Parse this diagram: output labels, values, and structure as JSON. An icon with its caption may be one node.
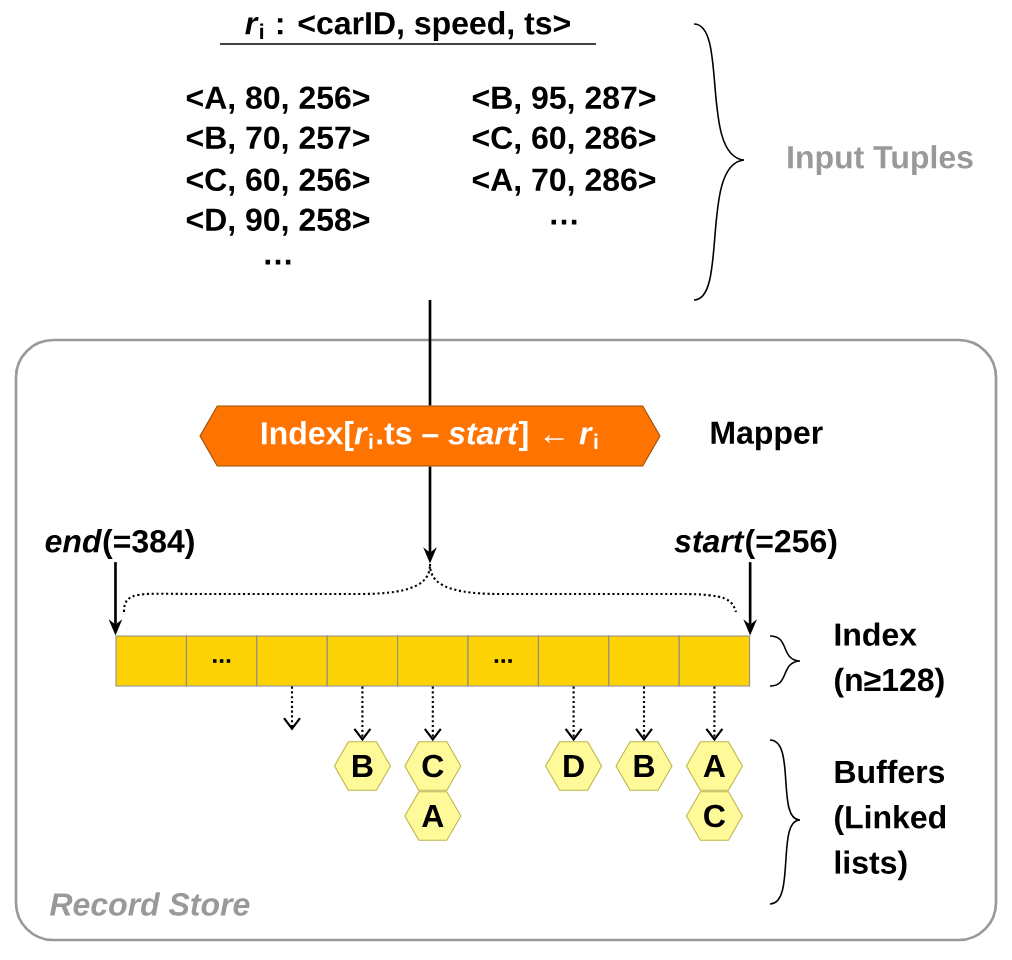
{
  "diagram": {
    "nodes": [
      {
        "text": [
          "*Record Store*"
        ]
      },
      {
        "text": [
          "Index[*r*$_{i}$.ts – *start*] ← *r*$_{i}$"
        ],
        "beside": [
          "Mapper"
        ],
        "in": 0
      },
      {
        "text": [
          "*end*(=384)"
        ],
        "in": 0
      },
      {
        "text": [
          "*start*(=256)"
        ],
        "in": 0
      },
      {
        "text": [],
        "shape": "box",
        "in": 0
      },
      {
        "text": [
          "..."
        ],
        "in": 0
      },
      {
        "text": [],
        "shape": "box",
        "in": 0
      },
      {
        "text": [],
        "shape": "box",
        "in": 0
      },
      {
        "text": [],
        "shape": "box",
        "in": 0
      },
      {
        "text": [
          "..."
        ],
        "in": 0
      },
      {
        "text": [],
        "shape": "box",
        "in": 0
      },
      {
        "text": [],
        "shape": "box",
        "in": 0
      },
      {
        "text": [],
        "shape": "box",
        "in": 0
      },
      {
        "text": [
          "B"
        ],
        "in": 0
      },
      {
        "text": [
          "C"
        ],
        "in": 0
      },
      {
        "text": [
          "D"
        ],
        "in": 0
      },
      {
        "text": [
          "B"
        ],
        "in": 0
      },
      {
        "text": [
          "A"
        ],
        "in": 0
      },
      {
        "text": [
          "A"
        ],
        "in": 0
      },
      {
        "text": [
          "C"
        ],
        "in": 0
      },
      {
        "text": [],
        "shape": "bracket",
        "in": 0
      }
    ],
    "edges": [
      {
        "from": null,
        "to": 1,
        "arrow": "none"
      },
      {
        "from": 1,
        "to": 20,
        "arrow": "to"
      },
      {
        "from": 2,
        "to": 4,
        "arrow": "to"
      },
      {
        "from": 3,
        "to": 12,
        "arrow": "to"
      },
      {
        "from": 6,
        "to": null,
        "arrow": "to",
        "style": "dashed"
      },
      {
        "from": 7,
        "to": 13,
        "arrow": "to",
        "style": "dashed"
      },
      {
        "from": 8,
        "to": 14,
        "arrow": "to",
        "style": "dashed"
      },
      {
        "from": 10,
        "to": 15,
        "arrow": "to",
        "style": "dashed"
      },
      {
        "from": 11,
        "to": 16,
        "arrow": "to",
        "style": "dashed"
      },
      {
        "from": 12,
        "to": 17,
        "arrow": "to",
        "style": "dashed"
      }
    ],
    "labels": [
      "*r*$_{i}$ : <carID, speed, ts>",
      "<A, 80, 256>",
      "<B, 95, 287>",
      "<B, 70, 257>",
      "<C, 60, 286>",
      "<C, 60, 256>",
      "<A, 70, 286>",
      "<D, 90, 258>",
      "…",
      "…",
      "Input Tuples",
      "Index (n≥128)",
      "Buffers (Linked lists)"
    ]
  }
}
